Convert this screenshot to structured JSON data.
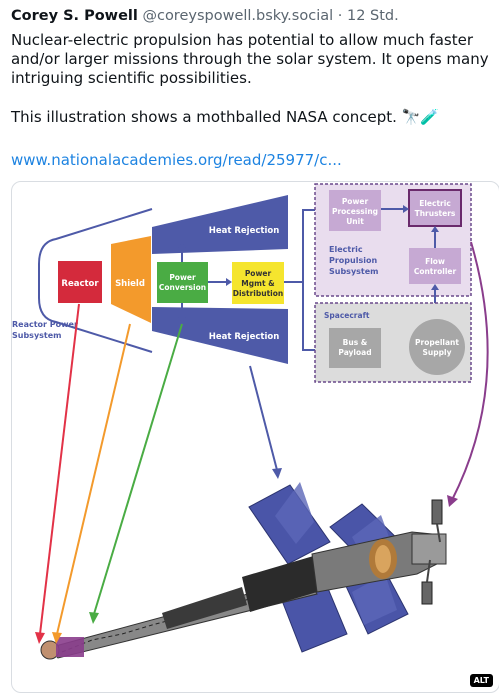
{
  "post": {
    "author": "Corey S. Powell",
    "handle": "@coreyspowell.bsky.social",
    "separator": "·",
    "time": "12 Std.",
    "paragraph1": "Nuclear-electric propulsion has potential to allow much faster and/or larger missions through the solar system. It opens many intriguing scientific possibilities.",
    "paragraph2": "This illustration shows a mothballed NASA concept. 🔭🧪",
    "link": "www.nationalacademies.org/read/25977/c..."
  },
  "diagram": {
    "reactor": "Reactor",
    "shield": "Shield",
    "power_conversion": [
      "Power",
      "Conversion"
    ],
    "pmad": [
      "Power",
      "Mgmt &",
      "Distribution"
    ],
    "heat_rejection_top": "Heat Rejection",
    "heat_rejection_bottom": "Heat Rejection",
    "reactor_power_subsystem": [
      "Reactor Power",
      "Subsystem"
    ],
    "ppu": [
      "Power",
      "Processing",
      "Unit"
    ],
    "electric_thrusters": [
      "Electric",
      "Thrusters"
    ],
    "electric_propulsion_subsystem": [
      "Electric",
      "Propulsion",
      "Subsystem"
    ],
    "flow_controller": [
      "Flow",
      "Controller"
    ],
    "spacecraft": "Spacecraft",
    "bus_payload": [
      "Bus &",
      "Payload"
    ],
    "propellant_supply": [
      "Propellant",
      "Supply"
    ]
  },
  "alt_badge": "ALT",
  "colors": {
    "link": "#1d83e1",
    "reactor": "#d42a3c",
    "shield": "#f39a2c",
    "power_conversion": "#4aac44",
    "pmad": "#f5e52e",
    "heat_rejection": "#4e5aa8",
    "eps_fill": "#e9ddee",
    "eps_border": "#6a4a8c",
    "spacecraft_fill": "#dcdcdc"
  }
}
